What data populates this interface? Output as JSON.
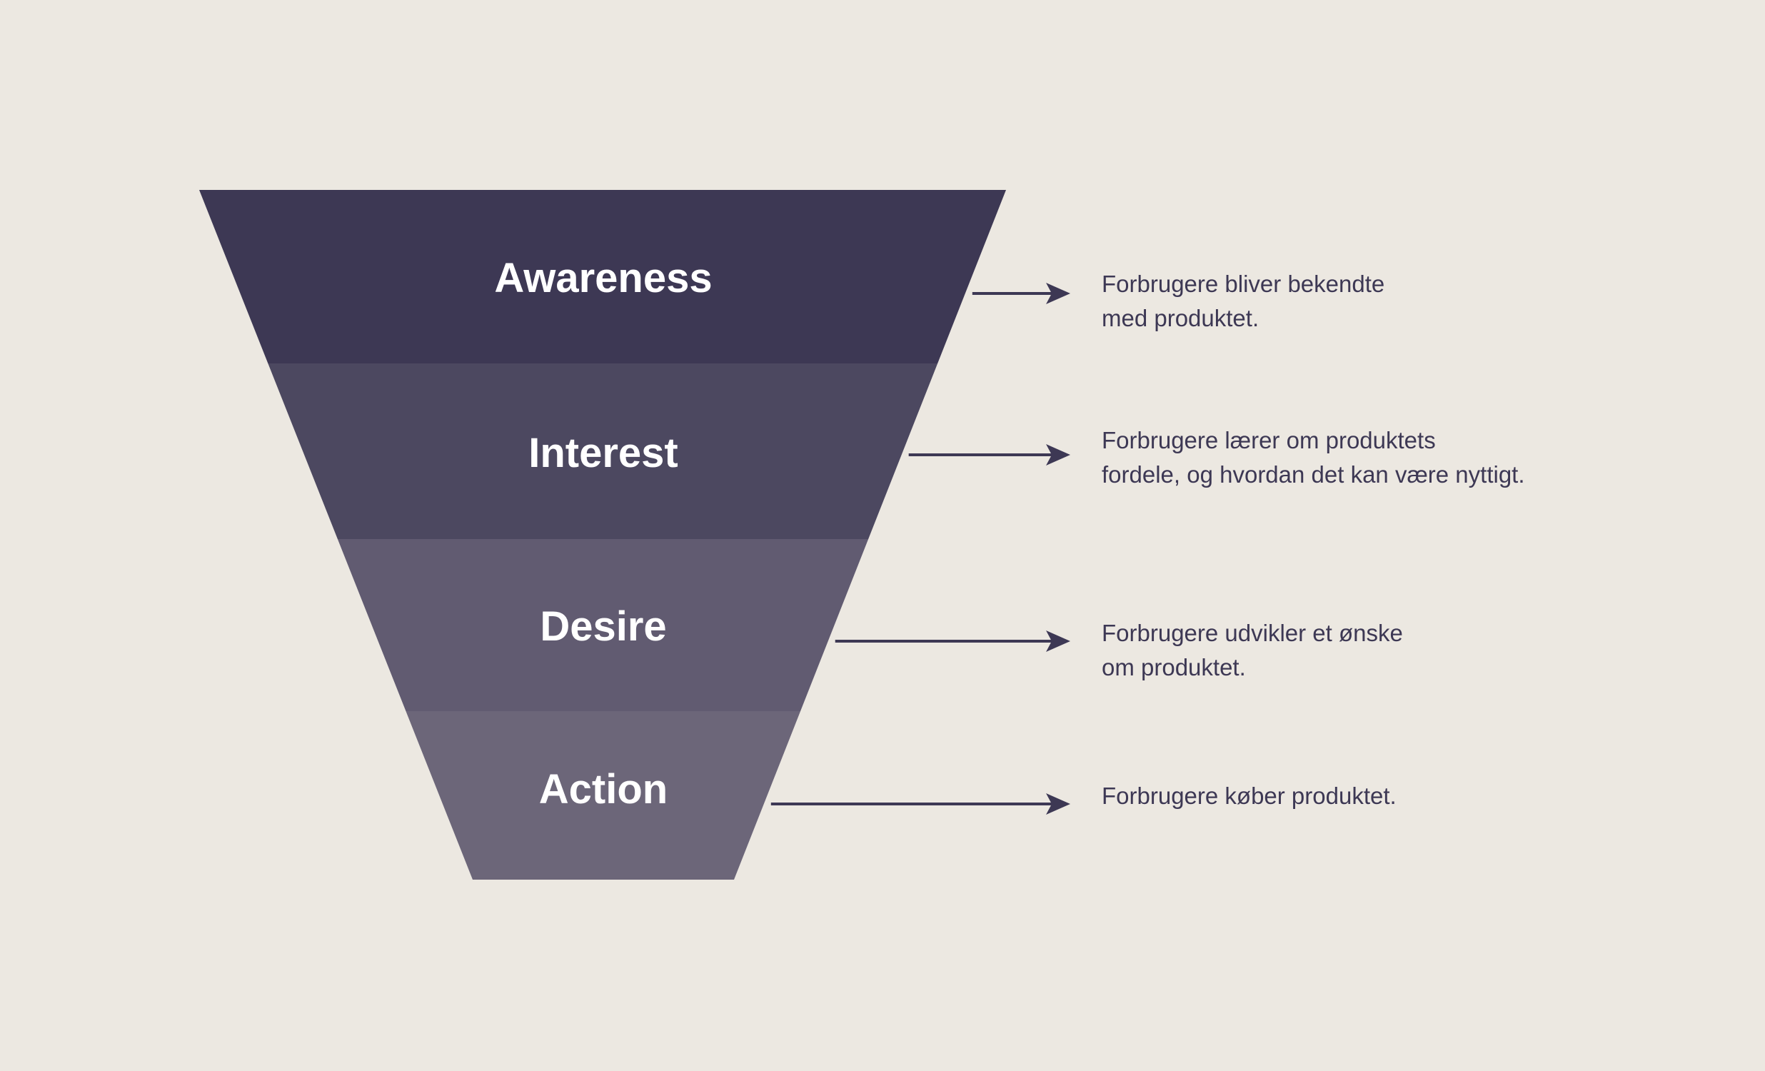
{
  "colors": {
    "background": "#ece8e1",
    "text": "#3d3854",
    "arrow": "#3d3854"
  },
  "stages": [
    {
      "label": "Awareness",
      "color": "#3d3854",
      "description": [
        "Forbrugere bliver bekendte",
        "med produktet."
      ]
    },
    {
      "label": "Interest",
      "color": "#4c4860",
      "description": [
        "Forbrugere lærer om produktets",
        "fordele, og hvordan det kan være nyttigt."
      ]
    },
    {
      "label": "Desire",
      "color": "#615b71",
      "description": [
        "Forbrugere udvikler et ønske",
        "om produktet."
      ]
    },
    {
      "label": "Action",
      "color": "#6c6679",
      "description": [
        "Forbrugere køber produktet."
      ]
    }
  ]
}
